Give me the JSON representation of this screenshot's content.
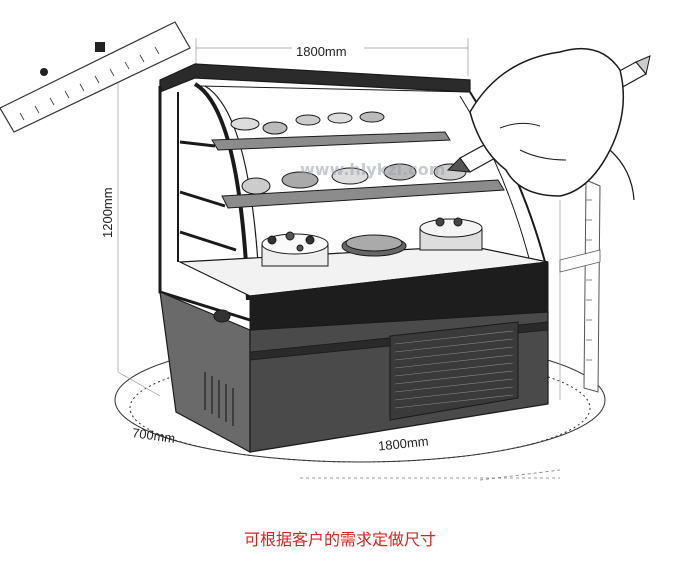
{
  "dimensions": {
    "width_top": "1800mm",
    "height": "1200mm",
    "depth": "700mm",
    "width_bottom": "1800mm"
  },
  "caption": "可根据客户的需求定做尺寸",
  "watermark_text": "www.hlykzl.com",
  "colors": {
    "caption": "#d9231e",
    "ink": "#1a1a1a"
  }
}
